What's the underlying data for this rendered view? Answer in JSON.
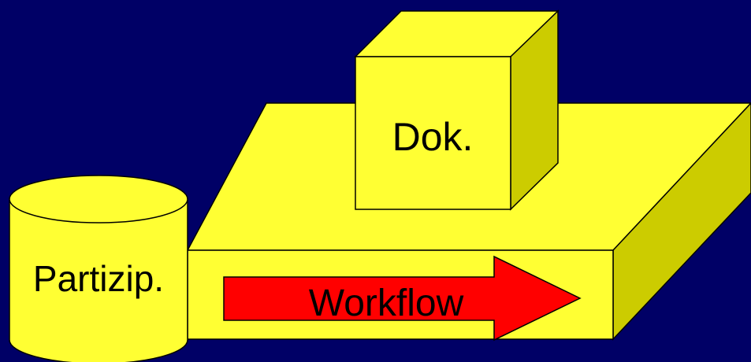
{
  "colors": {
    "background": "#000066",
    "face_front": "#ffff33",
    "face_top": "#ffff33",
    "face_side": "#cccc00",
    "arrow": "#ff0000",
    "outline": "#000000"
  },
  "diagram": {
    "platform": {
      "label": ""
    },
    "cube": {
      "label": "Dok."
    },
    "cylinder": {
      "label": "Partizip."
    },
    "arrow": {
      "label": "Workflow"
    }
  }
}
